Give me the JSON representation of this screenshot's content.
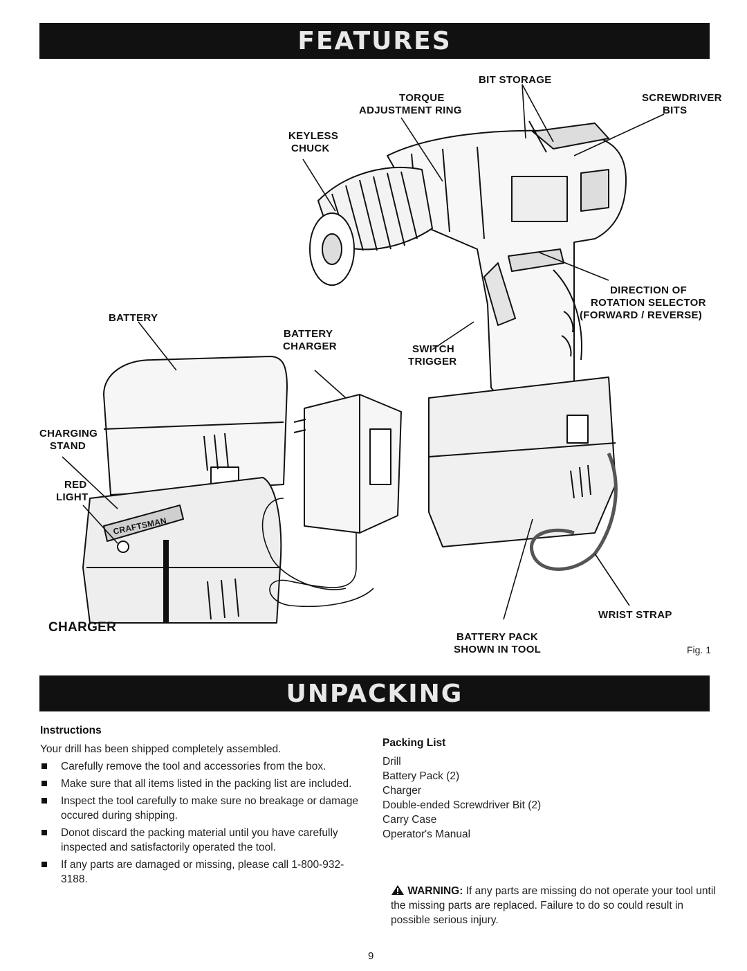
{
  "features": {
    "title": "FEATURES"
  },
  "labels": {
    "bit_storage": "BIT STORAGE",
    "torque_1": "TORQUE",
    "torque_2": "ADJUSTMENT RING",
    "screwdriver_1": "SCREWDRIVER",
    "screwdriver_2": "BITS",
    "keyless_1": "KEYLESS",
    "keyless_2": "CHUCK",
    "direction_1": "DIRECTION OF",
    "direction_2": "ROTATION SELECTOR",
    "direction_3": "(FORWARD / REVERSE)",
    "battery": "BATTERY",
    "battery_charger_1": "BATTERY",
    "battery_charger_2": "CHARGER",
    "switch_1": "SWITCH",
    "switch_2": "TRIGGER",
    "charging_1": "CHARGING",
    "charging_2": "STAND",
    "red_1": "RED",
    "red_2": "LIGHT",
    "charger": "CHARGER",
    "wrist_strap": "WRIST STRAP",
    "battery_pack_1": "BATTERY PACK",
    "battery_pack_2": "SHOWN IN TOOL",
    "brand": "CRAFTSMAN"
  },
  "figure_caption": "Fig. 1",
  "unpacking": {
    "title": "UNPACKING"
  },
  "instructions": {
    "heading": "Instructions",
    "intro": "Your drill has been shipped completely assembled.",
    "items": [
      "Carefully remove the tool and accessories from the box.",
      "Make sure that all items listed in the packing list are included.",
      "Inspect the tool carefully to make sure no breakage or damage occured during shipping.",
      "Donot discard the packing material until you have carefully inspected and satisfactorily operated the tool.",
      "If any parts are damaged or missing, please call 1-800-932-3188."
    ]
  },
  "packing_list": {
    "heading": "Packing List",
    "items": [
      "Drill",
      "Battery Pack (2)",
      "Charger",
      "Double-ended Screwdriver Bit (2)",
      "Carry Case",
      "Operator's Manual"
    ]
  },
  "warning": {
    "label": "WARNING:",
    "text": "If any parts are missing do not operate your tool until the missing parts are replaced. Failure to do so could result in possible serious injury."
  },
  "page_number": "9"
}
